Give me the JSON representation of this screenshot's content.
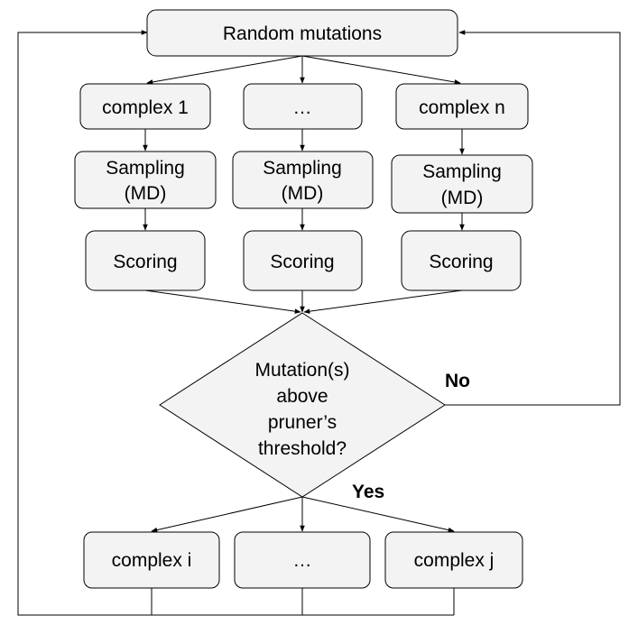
{
  "diagram": {
    "top": {
      "label": "Random mutations"
    },
    "complexes_top": [
      "complex 1",
      "…",
      "complex n"
    ],
    "sampling": [
      {
        "line1": "Sampling",
        "line2": "(MD)"
      },
      {
        "line1": "Sampling",
        "line2": "(MD)"
      },
      {
        "line1": "Sampling",
        "line2": "(MD)"
      }
    ],
    "scoring": [
      "Scoring",
      "Scoring",
      "Scoring"
    ],
    "decision": {
      "lines": [
        "Mutation(s)",
        "above",
        "pruner’s",
        "threshold?"
      ]
    },
    "no_label": "No",
    "yes_label": "Yes",
    "complexes_bottom": [
      "complex i",
      "…",
      "complex j"
    ],
    "colors": {
      "box_fill": "#f3f3f3",
      "stroke": "#000000"
    }
  }
}
